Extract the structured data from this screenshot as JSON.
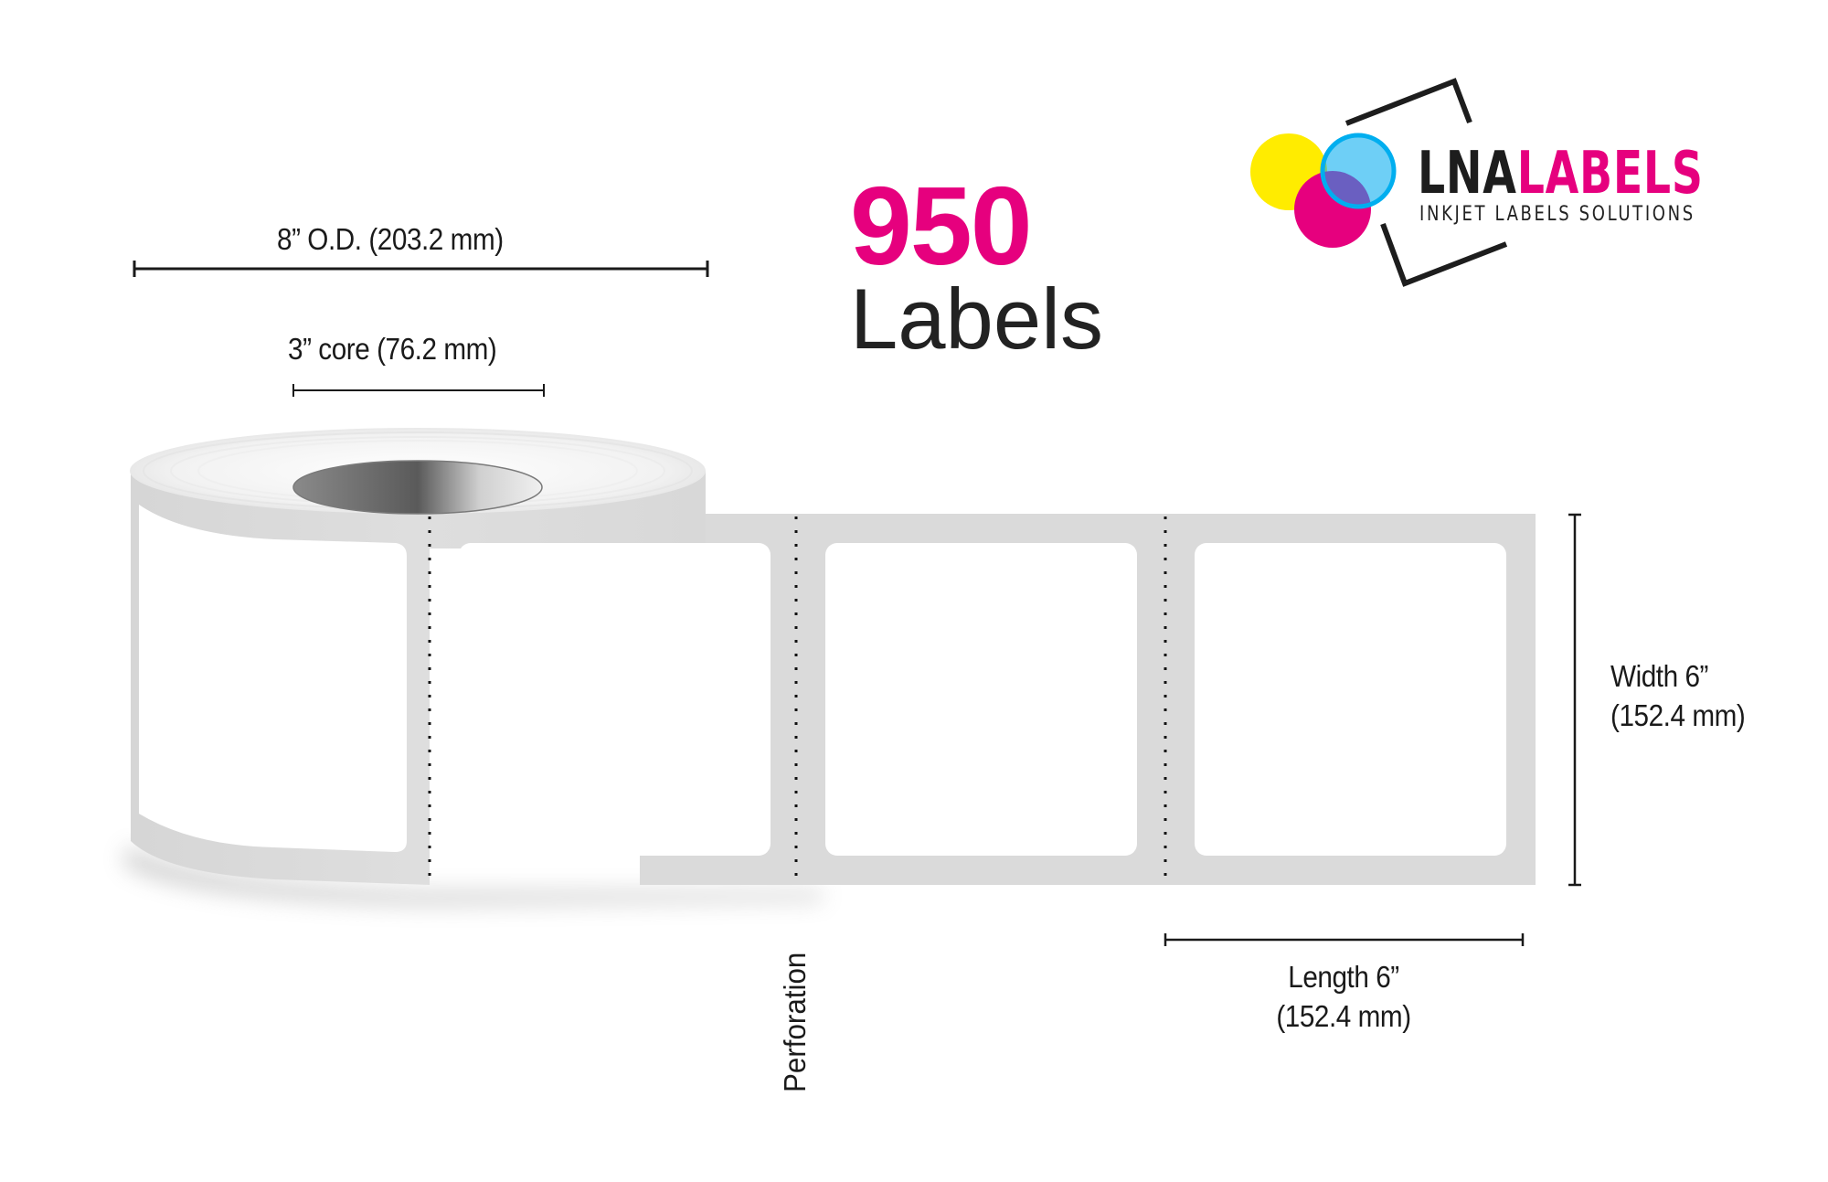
{
  "headline": {
    "count": "950",
    "count_label": "Labels"
  },
  "colors": {
    "accent_magenta": "#e6007e",
    "liner_grey": "#dadada",
    "logo_yellow": "#ffec00",
    "logo_cyan": "#6ecff6",
    "logo_ring_blue": "#00aeef",
    "logo_overlap_purple": "#6a5fc1",
    "logo_overlap_green": "#7bc67e",
    "text_dark": "#1a1a1a"
  },
  "logo": {
    "brand_dark": "LNA",
    "brand_accent": "LABELS",
    "tagline": "INKJET LABELS  SOLUTIONS",
    "icon": "cmyk-circles-with-bracket-icon"
  },
  "dimensions": {
    "outer_diameter": "8” O.D. (203.2 mm)",
    "core": "3” core (76.2 mm)",
    "width_line1": "Width 6”",
    "width_line2": "(152.4 mm)",
    "length_line1": "Length 6”",
    "length_line2": "(152.4 mm)",
    "perforation": "Perforation"
  },
  "roll": {
    "labels_shown": 3,
    "perforation_count": 3
  }
}
